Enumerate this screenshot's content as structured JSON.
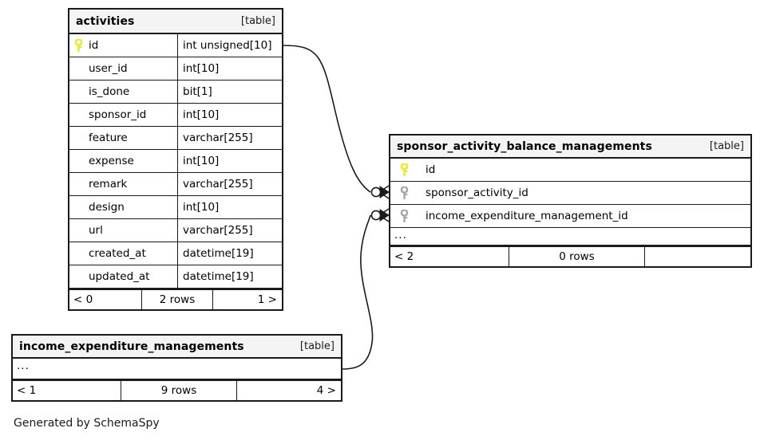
{
  "diagram": {
    "tool": "SchemaSpy",
    "caption": "Generated by SchemaSpy",
    "kind_label": "[table]",
    "ellipsis": "...",
    "colors": {
      "primary_key": "#e8e81c",
      "foreign_key": "#a6a6a6",
      "border": "#1a1a1a",
      "header_bg": "#f4f4f4",
      "canvas_bg": "#ffffff",
      "edge": "#1a1a1a"
    }
  },
  "tables": {
    "activities": {
      "name": "activities",
      "kind": "[table]",
      "columns": [
        {
          "key": "primary",
          "name": "id",
          "type": "int unsigned[10]"
        },
        {
          "key": "none",
          "name": "user_id",
          "type": "int[10]"
        },
        {
          "key": "none",
          "name": "is_done",
          "type": "bit[1]"
        },
        {
          "key": "none",
          "name": "sponsor_id",
          "type": "int[10]"
        },
        {
          "key": "none",
          "name": "feature",
          "type": "varchar[255]"
        },
        {
          "key": "none",
          "name": "expense",
          "type": "int[10]"
        },
        {
          "key": "none",
          "name": "remark",
          "type": "varchar[255]"
        },
        {
          "key": "none",
          "name": "design",
          "type": "int[10]"
        },
        {
          "key": "none",
          "name": "url",
          "type": "varchar[255]"
        },
        {
          "key": "none",
          "name": "created_at",
          "type": "datetime[19]"
        },
        {
          "key": "none",
          "name": "updated_at",
          "type": "datetime[19]"
        }
      ],
      "footer": {
        "left": "< 0",
        "middle": "2 rows",
        "right": "1 >"
      }
    },
    "sponsor_activity_balance_managements": {
      "name": "sponsor_activity_balance_managements",
      "kind": "[table]",
      "columns": [
        {
          "key": "primary",
          "name": "id"
        },
        {
          "key": "foreign",
          "name": "sponsor_activity_id"
        },
        {
          "key": "foreign",
          "name": "income_expenditure_management_id"
        }
      ],
      "has_ellipsis": true,
      "footer": {
        "left": "< 2",
        "middle": "0 rows",
        "right": ""
      }
    },
    "income_expenditure_managements": {
      "name": "income_expenditure_managements",
      "kind": "[table]",
      "columns": [],
      "has_ellipsis": true,
      "footer": {
        "left": "< 1",
        "middle": "9 rows",
        "right": "4 >"
      }
    }
  }
}
